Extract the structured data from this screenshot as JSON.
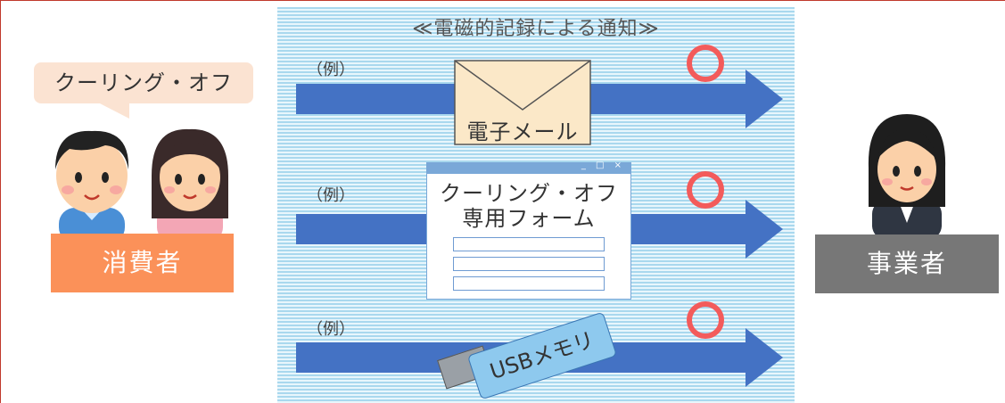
{
  "title": "≪電磁的記録による通知≫",
  "consumer": {
    "speech_bubble": "クーリング・オフ",
    "label": "消費者"
  },
  "business": {
    "label": "事業者"
  },
  "methods": [
    {
      "example_label": "（例）",
      "item_label": "電子メール",
      "status_symbol": "○"
    },
    {
      "example_label": "（例）",
      "item_line1": "クーリング・オフ",
      "item_line2": "専用フォーム",
      "window_controls": "_ □ ×",
      "status_symbol": "○"
    },
    {
      "example_label": "（例）",
      "item_label": "USBメモリ",
      "status_symbol": "○"
    }
  ],
  "colors": {
    "arrow": "#4472c4",
    "circle": "#f35b5b",
    "consumer_label_bg": "#fb9159",
    "business_label_bg": "#777777",
    "bubble_bg": "#fbe3d2",
    "stripe_light_blue": "#a9d8ee"
  },
  "icons": [
    "envelope-icon",
    "form-window-icon",
    "usb-memory-icon",
    "boy-icon",
    "girl-icon",
    "businesswoman-icon"
  ]
}
